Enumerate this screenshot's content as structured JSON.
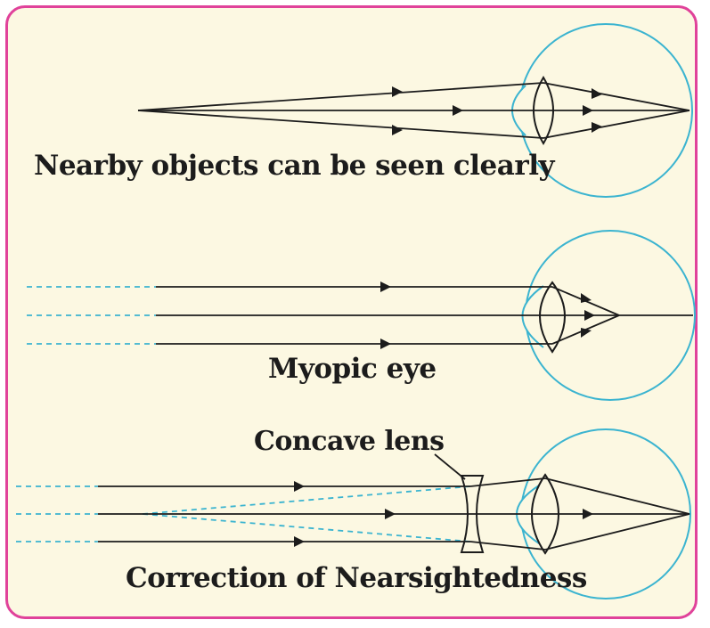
{
  "panels": [
    {
      "label": "Nearby objects can be seen clearly"
    },
    {
      "label": "Myopic eye"
    },
    {
      "label": "Correction of Nearsightedness",
      "lens_label": "Concave lens"
    }
  ],
  "colors": {
    "border": "#e0429a",
    "background": "#fcf8e2",
    "eyeball": "#3bb4d0",
    "ray": "#1c1c1c",
    "dashed": "#3bb4d0"
  }
}
